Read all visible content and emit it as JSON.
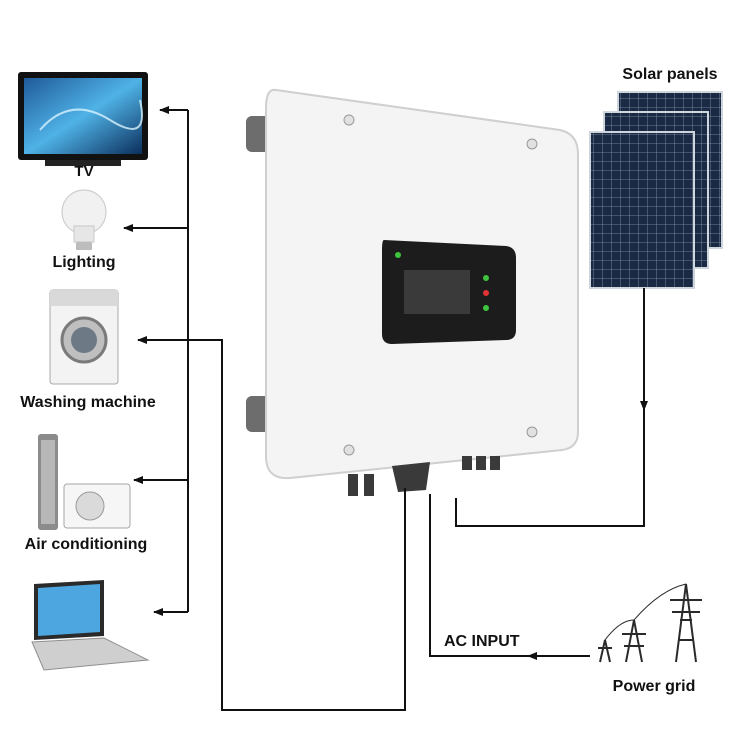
{
  "labels": {
    "tv": "TV",
    "lighting": "Lighting",
    "washing_machine": "Washing machine",
    "air_conditioning": "Air conditioning",
    "solar_panels": "Solar panels",
    "ac_input": "AC INPUT",
    "power_grid": "Power grid"
  },
  "colors": {
    "line": "#111111",
    "inverter_body": "#f4f4f4",
    "display": "#1c1c1c",
    "lcd": "#3a3a3a",
    "panel_cell": "#1a2a44"
  }
}
